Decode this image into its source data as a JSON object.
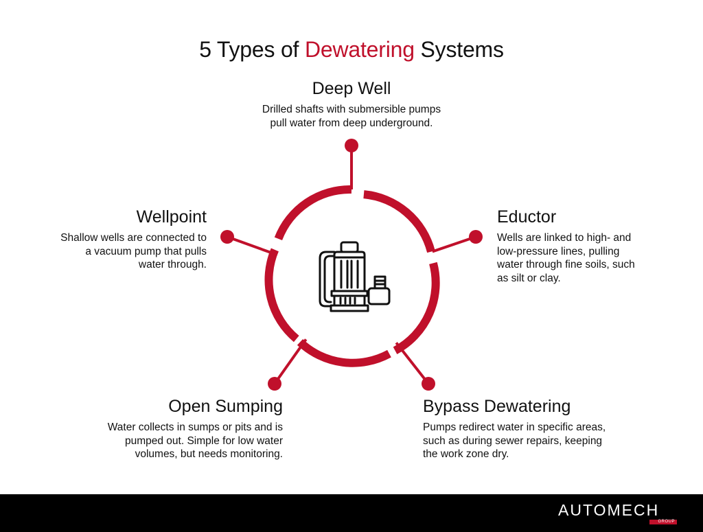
{
  "title": {
    "prefix": "5 Types of ",
    "accent": "Dewatering",
    "suffix": " Systems"
  },
  "colors": {
    "accent": "#c0102b",
    "text": "#111111",
    "footer": "#000000"
  },
  "center_icon": "submersible-pump-icon",
  "types": {
    "deep_well": {
      "heading": "Deep Well",
      "line1": "Drilled shafts with submersible pumps",
      "line2": "pull water from deep underground."
    },
    "wellpoint": {
      "heading": "Wellpoint",
      "line1": "Shallow wells are connected to",
      "line2": "a vacuum pump that pulls",
      "line3": "water through."
    },
    "eductor": {
      "heading": "Eductor",
      "line1": "Wells are linked to high- and",
      "line2": "low-pressure lines, pulling",
      "line3": "water through fine soils, such",
      "line4": "as silt or clay."
    },
    "open_sumping": {
      "heading": "Open Sumping",
      "line1": "Water collects in sumps or pits and is",
      "line2": "pumped out. Simple for low water",
      "line3": "volumes, but needs monitoring."
    },
    "bypass": {
      "heading": "Bypass Dewatering",
      "line1": "Pumps redirect water in specific areas,",
      "line2": "such as during sewer repairs, keeping",
      "line3": "the work zone dry."
    }
  },
  "footer": {
    "brand": "AUTOMECH",
    "group": "GROUP"
  }
}
